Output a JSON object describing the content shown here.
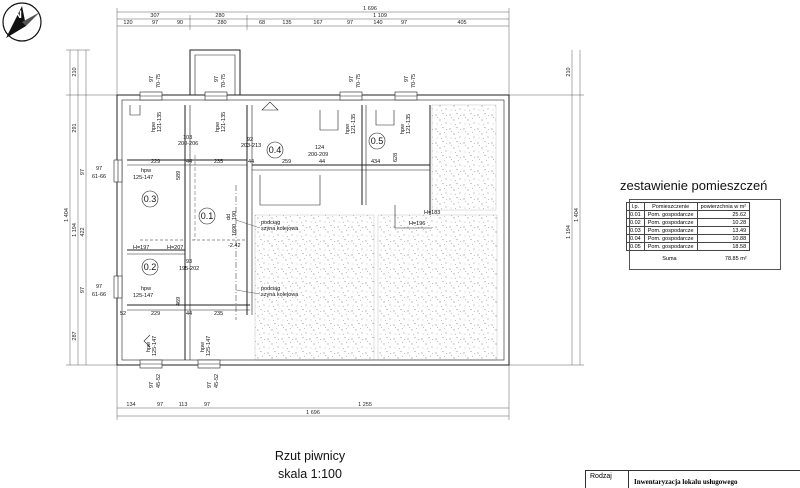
{
  "drawing": {
    "title": "Rzut piwnicy",
    "scale": "skala 1:100"
  },
  "summary": {
    "heading": "zestawienie pomieszczeń",
    "columns": [
      "l.p.",
      "Pomieszczenie",
      "powierzchnia w m²"
    ],
    "rows": [
      {
        "lp": "0.01",
        "name": "Pom. gospodarcze",
        "area": "25.62"
      },
      {
        "lp": "0.02",
        "name": "Pom. gospodarcze",
        "area": "10.28"
      },
      {
        "lp": "0.03",
        "name": "Pom. gospodarcze",
        "area": "13.49"
      },
      {
        "lp": "0.04",
        "name": "Pom. gospodarcze",
        "area": "10.88"
      },
      {
        "lp": "0.05",
        "name": "Pom. gospodarcze",
        "area": "18.58"
      }
    ],
    "total_label": "Suma",
    "total_value": "78.85 m²"
  },
  "title_block": {
    "kind_label": "Rodzaj",
    "project_title": "Inwentaryzacja lokalu usługowego"
  },
  "north": {
    "letter": "N"
  },
  "rooms": {
    "r01": "0.1",
    "r02": "0.2",
    "r03": "0.3",
    "r04": "0.4",
    "r05": "0.5"
  },
  "dims": {
    "top_total": "1 696",
    "top_mid": [
      "307",
      "280",
      "1 109"
    ],
    "top_detail": [
      "120",
      "97",
      "90",
      "280",
      "68",
      "135",
      "167",
      "97",
      "140",
      "97",
      "405"
    ],
    "bottom_detail": [
      "134",
      "97",
      "113",
      "97",
      "1 255"
    ],
    "bottom_total": "1 696",
    "left_total": "1 404",
    "left_parts": [
      "210",
      "291",
      "97",
      "1 194",
      "422",
      "97",
      "287"
    ],
    "right_total": "1 404",
    "right_parts": [
      "210",
      "1 194"
    ]
  },
  "labels": {
    "win_top": [
      "97",
      "70-75",
      "97",
      "70-75",
      "97",
      "70-75",
      "97",
      "70-75"
    ],
    "win_left": [
      "97",
      "61-66",
      "97",
      "61-66"
    ],
    "win_bottom": [
      "97",
      "45-52",
      "97",
      "45-52"
    ],
    "hpw_a": "hpw",
    "hpw_a2": "121-135",
    "hpw_b": "hpw",
    "hpw_b2": "121-135",
    "hpw_c": "hpw",
    "hpw_c2": "121-135",
    "hpw_d": "hpw",
    "hpw_d2": "121-135",
    "hpw_e": "hpw",
    "hpw_e2": "125-147",
    "hpw_f": "hpw",
    "hpw_f2": "125-147",
    "hpw_g": "hpw",
    "hpw_g2": "125-147",
    "hpw_h": "hpw",
    "hpw_h2": "125-147",
    "door1": "103",
    "door1b": "200-206",
    "door2": "92",
    "door2b": "203-213",
    "door3": "124",
    "door3b": "200-209",
    "door4": "93",
    "door4b": "195-202",
    "w229a": "229",
    "w44a": "44",
    "w235a": "235",
    "w44b": "44",
    "w259": "259",
    "w44c": "44",
    "w434": "434",
    "w229b": "229",
    "w44d": "44",
    "w235b": "235",
    "w52": "52",
    "w589": "589",
    "w628": "628",
    "w469": "469",
    "h197": "H=197",
    "h207": "H=207",
    "h183": "H=183",
    "h196": "H=196",
    "podciag1": "podciąg",
    "szyna1": "szyna kolejowa",
    "podciag2": "podciąg",
    "szyna2": "szyna kolejowa",
    "dd": "dd",
    "d190": "190",
    "d1690": "1690",
    "level": "-2.42"
  }
}
